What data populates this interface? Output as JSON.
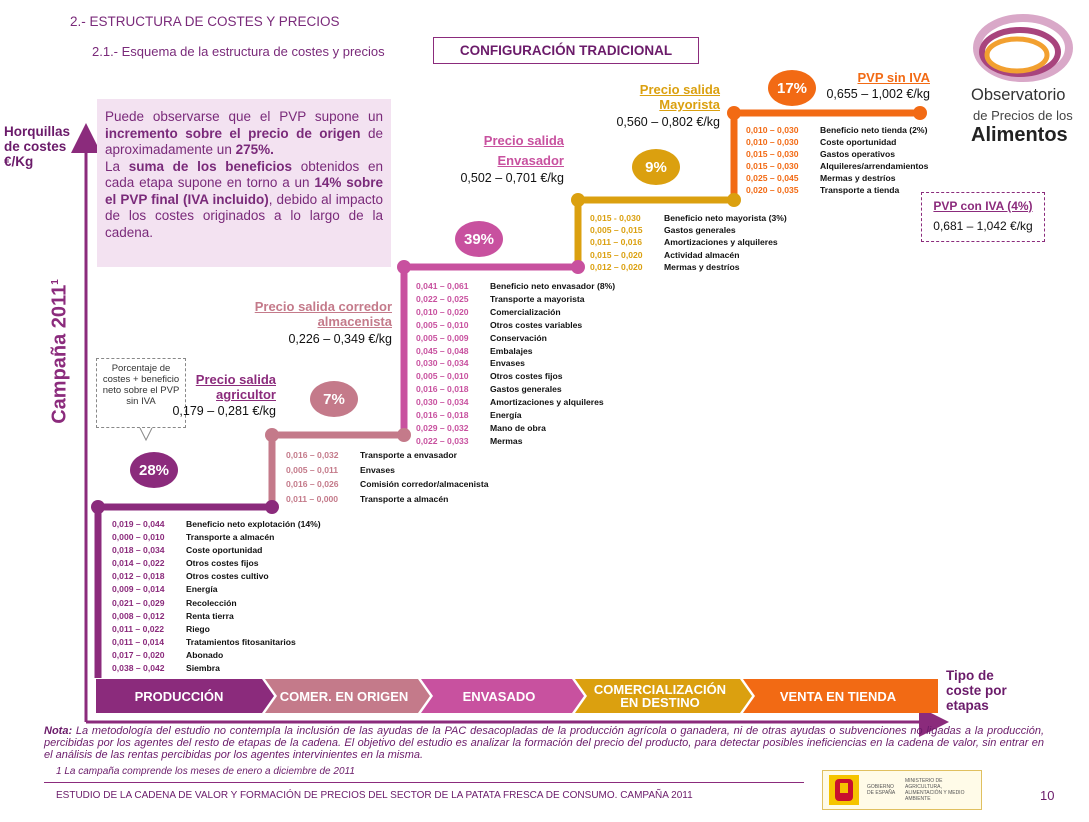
{
  "header": {
    "section": "2.- ESTRUCTURA DE COSTES Y PRECIOS",
    "subsection": "2.1.- Esquema de la estructura de costes y precios",
    "config_box": "CONFIGURACIÓN TRADICIONAL"
  },
  "logo": {
    "line1": "Observatorio",
    "line2": "de Precios de los",
    "line3": "Alimentos"
  },
  "axes": {
    "y_label_1": "Horquillas",
    "y_label_2": "de costes",
    "y_label_3": "€/Kg",
    "side_title": "Campaña 2011",
    "side_sup": "1",
    "x_label_1": "Tipo de",
    "x_label_2": "coste por",
    "x_label_3": "etapas"
  },
  "intro": {
    "p1a": "Puede observarse que el PVP supone un ",
    "p1b": "incremento sobre el precio de origen",
    "p1c": " de aproximadamente un ",
    "p1d": "275%.",
    "p2a": "La ",
    "p2b": "suma de los beneficios",
    "p2c": " obtenidos en cada etapa supone en torno a un ",
    "p2d": "14% sobre el PVP final (IVA incluido)",
    "p2e": ", debido al impacto de los costes originados a lo largo de la cadena."
  },
  "callout": "Porcentaje de costes + beneficio neto sobre el PVP sin IVA",
  "colors": {
    "produccion": "#8b2b7c",
    "origen": "#c47a8a",
    "envasado": "#c8519f",
    "destino": "#dba00f",
    "tienda": "#f26a14"
  },
  "stages": {
    "produccion": {
      "name": "PRODUCCIÓN",
      "pct": "28%",
      "costs": [
        {
          "range": "0,019 – 0,044",
          "label": "Beneficio neto explotación (14%)"
        },
        {
          "range": "0,000 – 0,010",
          "label": "Transporte a almacén"
        },
        {
          "range": "0,018 – 0,034",
          "label": "Coste oportunidad"
        },
        {
          "range": "0,014 – 0,022",
          "label": "Otros costes fijos"
        },
        {
          "range": "0,012 – 0,018",
          "label": "Otros costes cultivo"
        },
        {
          "range": "0,009 – 0,014",
          "label": "Energía"
        },
        {
          "range": "0,021 – 0,029",
          "label": "Recolección"
        },
        {
          "range": "0,008 – 0,012",
          "label": "Renta tierra"
        },
        {
          "range": "0,011 – 0,022",
          "label": "Riego"
        },
        {
          "range": "0,011 – 0,014",
          "label": "Tratamientos fitosanitarios"
        },
        {
          "range": "0,017 – 0,020",
          "label": "Abonado"
        },
        {
          "range": "0,038 – 0,042",
          "label": "Siembra"
        }
      ]
    },
    "origen": {
      "name": "COMER. EN ORIGEN",
      "label_1": "Precio salida",
      "label_2": "agricultor",
      "price": "0,179 – 0,281 €/kg",
      "pct": "7%",
      "costs": [
        {
          "range": "0,016 – 0,032",
          "label": "Transporte a envasador"
        },
        {
          "range": "0,005 – 0,011",
          "label": "Envases"
        },
        {
          "range": "0,016 – 0,026",
          "label": "Comisión corredor/almacenista"
        },
        {
          "range": "0,011 – 0,000",
          "label": "Transporte a almacén"
        }
      ]
    },
    "envasado": {
      "name": "ENVASADO",
      "label_1": "Precio salida corredor",
      "label_2": "almacenista",
      "price": "0,226 – 0,349 €/kg",
      "pct": "39%",
      "costs": [
        {
          "range": "0,041 – 0,061",
          "label": "Beneficio neto envasador (8%)"
        },
        {
          "range": "0,022 – 0,025",
          "label": "Transporte a mayorista"
        },
        {
          "range": "0,010 – 0,020",
          "label": "Comercialización"
        },
        {
          "range": "0,005 – 0,010",
          "label": "Otros costes variables"
        },
        {
          "range": "0,005 – 0,009",
          "label": "Conservación"
        },
        {
          "range": "0,045 – 0,048",
          "label": "Embalajes"
        },
        {
          "range": "0,030 – 0,034",
          "label": "Envases"
        },
        {
          "range": "0,005 – 0,010",
          "label": "Otros costes fijos"
        },
        {
          "range": "0,016 – 0,018",
          "label": "Gastos generales"
        },
        {
          "range": "0,030 – 0,034",
          "label": "Amortizaciones y alquileres"
        },
        {
          "range": "0,016 – 0,018",
          "label": "Energía"
        },
        {
          "range": "0,029 – 0,032",
          "label": "Mano de obra"
        },
        {
          "range": "0,022 – 0,033",
          "label": "Mermas"
        }
      ]
    },
    "destino": {
      "name_1": "COMERCIALIZACIÓN",
      "name_2": "EN DESTINO",
      "label_1": "Precio salida",
      "label_2": "Envasador",
      "price": "0,502 – 0,701 €/kg",
      "pct": "9%",
      "costs": [
        {
          "range": "0,015 - 0,030",
          "label": "Beneficio neto mayorista (3%)"
        },
        {
          "range": "0,005 – 0,015",
          "label": "Gastos generales"
        },
        {
          "range": "0,011 – 0,016",
          "label": "Amortizaciones y alquileres"
        },
        {
          "range": "0,015 – 0,020",
          "label": "Actividad almacén"
        },
        {
          "range": "0,012 – 0,020",
          "label": "Mermas y destríos"
        }
      ]
    },
    "tienda": {
      "name": "VENTA EN TIENDA",
      "label_1": "Precio salida",
      "label_2": "Mayorista",
      "price": "0,560 – 0,802 €/kg",
      "pct": "17%",
      "pvp_label": "PVP sin IVA",
      "pvp_price": "0,655 – 1,002 €/kg",
      "costs": [
        {
          "range": "0,010 – 0,030",
          "label": "Beneficio neto tienda (2%)"
        },
        {
          "range": "0,010 – 0,030",
          "label": "Coste oportunidad"
        },
        {
          "range": "0,015 – 0,030",
          "label": "Gastos operativos"
        },
        {
          "range": "0,015 – 0,030",
          "label": "Alquileres/arrendamientos"
        },
        {
          "range": "0,025 – 0,045",
          "label": "Mermas y destríos"
        },
        {
          "range": "0,020 – 0,035",
          "label": "Transporte a tienda"
        }
      ]
    }
  },
  "pvp_iva": {
    "label": "PVP con IVA (4%)",
    "price": "0,681 – 1,042 €/kg"
  },
  "note": {
    "bold": "Nota:",
    "text": " La metodología del estudio no contempla la inclusión de las ayudas de la PAC desacopladas de la producción agrícola o ganadera, ni de otras ayudas o subvenciones no ligadas a la producción, percibidas por los agentes del resto de etapas de la cadena. El objetivo del estudio es analizar la formación del precio del producto, para detectar posibles ineficiencias en la cadena de valor, sin entrar en el análisis de las rentas percibidas por los agentes intervinientes en la misma.",
    "footnote": "1 La campaña comprende los meses de enero a diciembre de 2011"
  },
  "footer": {
    "title": "ESTUDIO DE LA CADENA DE VALOR Y FORMACIÓN DE PRECIOS DEL SECTOR DE LA PATATA FRESCA DE CONSUMO. CAMPAÑA 2011",
    "page": "10",
    "ministry_1": "GOBIERNO DE ESPAÑA",
    "ministry_2": "MINISTERIO DE AGRICULTURA, ALIMENTACIÓN Y MEDIO AMBIENTE"
  }
}
